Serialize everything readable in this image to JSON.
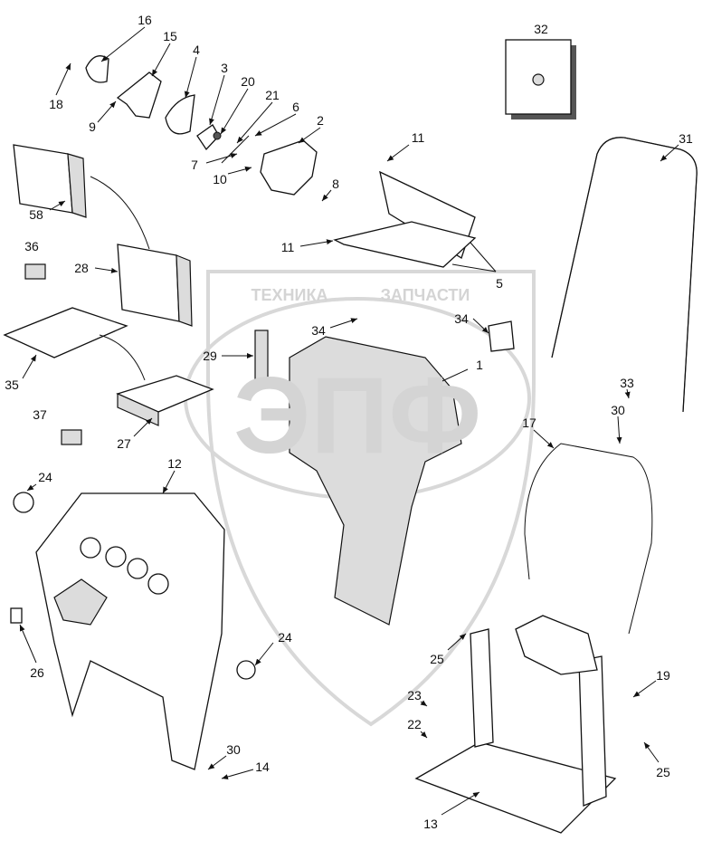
{
  "watermark": {
    "left": "ТЕХНИКА",
    "right": "ЗАПЧАСТИ",
    "logo": "ЭПФ"
  },
  "callouts": [
    "16",
    "15",
    "4",
    "3",
    "20",
    "21",
    "6",
    "2",
    "18",
    "9",
    "11",
    "7",
    "10",
    "8",
    "58",
    "36",
    "28",
    "11",
    "5",
    "34",
    "34",
    "29",
    "35",
    "1",
    "27",
    "37",
    "12",
    "24",
    "31",
    "32",
    "33",
    "30",
    "17",
    "24",
    "26",
    "25",
    "19",
    "23",
    "22",
    "30",
    "14",
    "25",
    "13"
  ]
}
